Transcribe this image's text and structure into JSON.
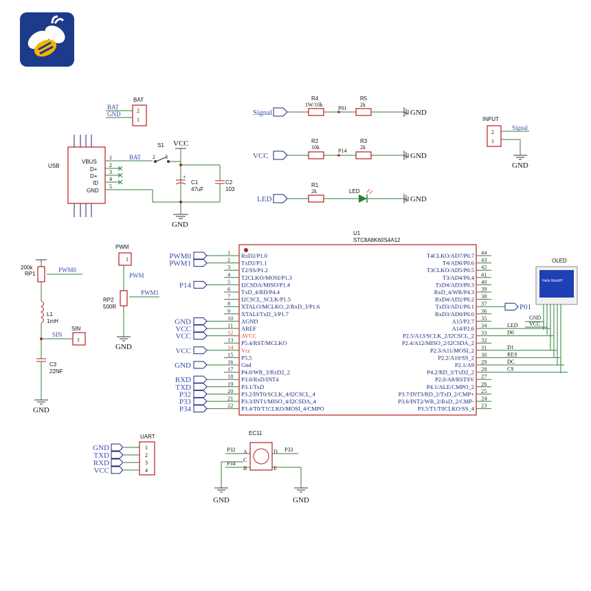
{
  "colors": {
    "logo_bg": "#1e3a8a",
    "logo_fg": "#ffffff",
    "logo_accent": "#f5b400",
    "wire": "#2e7d32",
    "part": "#b71c1c",
    "label": "#3949ab",
    "red_pin": "#e53935",
    "oled_screen": "#1f3fb5"
  },
  "logo": {
    "icon": "bee-logo-icon"
  },
  "bat": {
    "ref": "BAT",
    "nets": [
      "BAT",
      "GND"
    ],
    "pins": [
      "2",
      "1"
    ]
  },
  "usb": {
    "ref": "USB",
    "pins": [
      "VBUS",
      "D+",
      "D+",
      "ID",
      "GND"
    ],
    "pin_nums": [
      "1",
      "2",
      "3",
      "4",
      "5"
    ],
    "net": "BAT"
  },
  "switch": {
    "ref": "S1",
    "pins": [
      "2",
      "3"
    ]
  },
  "vcc": "VCC",
  "gnd": "GND",
  "caps": [
    {
      "ref": "C1",
      "value": "47uF",
      "plus": "+"
    },
    {
      "ref": "C2",
      "value": "103"
    },
    {
      "ref": "C3",
      "value": "22NF"
    }
  ],
  "signal_chain": [
    {
      "port": "Signal",
      "r1_ref": "R4",
      "r1_val": "1W/10k",
      "net": "P01",
      "r2_ref": "R5",
      "r2_val": "2k"
    },
    {
      "port": "VCC",
      "r1_ref": "R2",
      "r1_val": "10k",
      "net": "P14",
      "r2_ref": "R3",
      "r2_val": "2k"
    },
    {
      "port": "LED",
      "r1_ref": "R1",
      "r1_val": "2k",
      "net": "",
      "r2_ref": "LED",
      "r2_val": ""
    }
  ],
  "input": {
    "ref": "INPUT",
    "pins": [
      "2",
      "1"
    ],
    "net": "Signal"
  },
  "rp1": {
    "value": "200k",
    "ref": "RP1",
    "net": "PWM0"
  },
  "pwm": {
    "ref": "PWM",
    "pin": "1",
    "net": "PWM"
  },
  "rp2": {
    "ref": "RP2",
    "value": "500R",
    "net": "PWM1"
  },
  "inductor": {
    "ref": "L1",
    "value": "1mH"
  },
  "sin": {
    "ref": "SIN",
    "net": "SIN",
    "pin": "1"
  },
  "mcu": {
    "ref": "U1",
    "part": "STC8A8K60S4A12",
    "left_pins": [
      {
        "n": "1",
        "t": "RxD2/P1.0",
        "net": "PWM0"
      },
      {
        "n": "2",
        "t": "TxD2/P1.1",
        "net": "PWM1"
      },
      {
        "n": "3",
        "t": "T2/SS/P1.2",
        "net": ""
      },
      {
        "n": "4",
        "t": "T2CLKO/MOSI/P1.3",
        "net": ""
      },
      {
        "n": "5",
        "t": "I2CSDA/MISO/P1.4",
        "net": "P14"
      },
      {
        "n": "6",
        "t": "TxD_4/RD/P4.4",
        "net": ""
      },
      {
        "n": "7",
        "t": "I2CSCL_SCLK/P1.5",
        "net": ""
      },
      {
        "n": "8",
        "t": "XTALO/MCLKO_2/RxD_3/P1.6",
        "net": ""
      },
      {
        "n": "9",
        "t": "XTALI/TxD_3/P1.7",
        "net": ""
      },
      {
        "n": "10",
        "t": "AGND",
        "net": "GND"
      },
      {
        "n": "11",
        "t": "AREF",
        "net": "VCC"
      },
      {
        "n": "12",
        "t": "AVCC",
        "net": "VCC",
        "red": true
      },
      {
        "n": "13",
        "t": "P5.4/RST/MCLKO",
        "net": ""
      },
      {
        "n": "14",
        "t": "Vcc",
        "net": "VCC",
        "red": true
      },
      {
        "n": "15",
        "t": "P5.5",
        "net": ""
      },
      {
        "n": "16",
        "t": "Gnd",
        "net": "GND"
      },
      {
        "n": "17",
        "t": "P4.0/WR_3/RxD2_2",
        "net": ""
      },
      {
        "n": "18",
        "t": "P3.0/RxD/INT4",
        "net": "RXD"
      },
      {
        "n": "19",
        "t": "P3.1/TxD",
        "net": "TXD"
      },
      {
        "n": "20",
        "t": "P3.2/INT0/SCLK_4/I2CSCL_4",
        "net": "P32"
      },
      {
        "n": "21",
        "t": "P3.3/INT1/MISO_4/I2CSDA_4",
        "net": "P33"
      },
      {
        "n": "22",
        "t": "P3.4/T0/T1CLKO/MOSI_4/CMPO",
        "net": "P34"
      }
    ],
    "right_pins": [
      {
        "n": "44",
        "t": "T4CLKO/AD7/P0.7",
        "net": ""
      },
      {
        "n": "43",
        "t": "T4/AD6/P0.6",
        "net": ""
      },
      {
        "n": "42",
        "t": "T3CLKO/AD5/P0.5",
        "net": ""
      },
      {
        "n": "41",
        "t": "T3/AD4/P0.4",
        "net": ""
      },
      {
        "n": "40",
        "t": "TxD4/AD3/P0.3",
        "net": ""
      },
      {
        "n": "39",
        "t": "RxD_4/WR/P4.3",
        "net": ""
      },
      {
        "n": "38",
        "t": "RxD4/AD2/P0.2",
        "net": ""
      },
      {
        "n": "37",
        "t": "TxD3/AD1/P0.1",
        "net": "P01"
      },
      {
        "n": "36",
        "t": "RxD3/AD0/P0.0",
        "net": ""
      },
      {
        "n": "35",
        "t": "A15/P2.7",
        "net": ""
      },
      {
        "n": "34",
        "t": "A14/P2.6",
        "net": "LED"
      },
      {
        "n": "33",
        "t": "P2.5/A13/SCLK_2/I2CSCL_2",
        "net": "D0"
      },
      {
        "n": "32",
        "t": "P2.4/A12/MISO_2/I2CSDA_2",
        "net": ""
      },
      {
        "n": "31",
        "t": "P2.3/A11/MOSI_2",
        "net": "D1"
      },
      {
        "n": "30",
        "t": "P2.2/A10/SS_2",
        "net": "RES"
      },
      {
        "n": "29",
        "t": "P2.1/A9",
        "net": "DC"
      },
      {
        "n": "28",
        "t": "P4.2/RD_3/TxD2_2",
        "net": "CS"
      },
      {
        "n": "27",
        "t": "P2.0/A8/RSTSV",
        "net": ""
      },
      {
        "n": "26",
        "t": "P4.1/ALE/CMPO_2",
        "net": ""
      },
      {
        "n": "25",
        "t": "P3.7/INT3/RD_2/TxD_2/CMP+",
        "net": ""
      },
      {
        "n": "24",
        "t": "P3.6/INT2/WR_2/RxD_2/CMP-",
        "net": ""
      },
      {
        "n": "23",
        "t": "P3.5/T1/T0CLKO/SS_4",
        "net": ""
      }
    ]
  },
  "oled": {
    "ref": "OLED",
    "screen_text": "Hello World!!!",
    "nets": [
      "GND",
      "VCC"
    ]
  },
  "uart": {
    "ref": "UART",
    "nets": [
      "GND",
      "TXD",
      "RXD",
      "VCC"
    ],
    "pins": [
      "1",
      "2",
      "3",
      "4"
    ]
  },
  "ec11": {
    "ref": "EC11",
    "nets": [
      "P32",
      "P33",
      "P34"
    ],
    "pins": [
      "A",
      "B",
      "C",
      "D",
      "E"
    ]
  }
}
